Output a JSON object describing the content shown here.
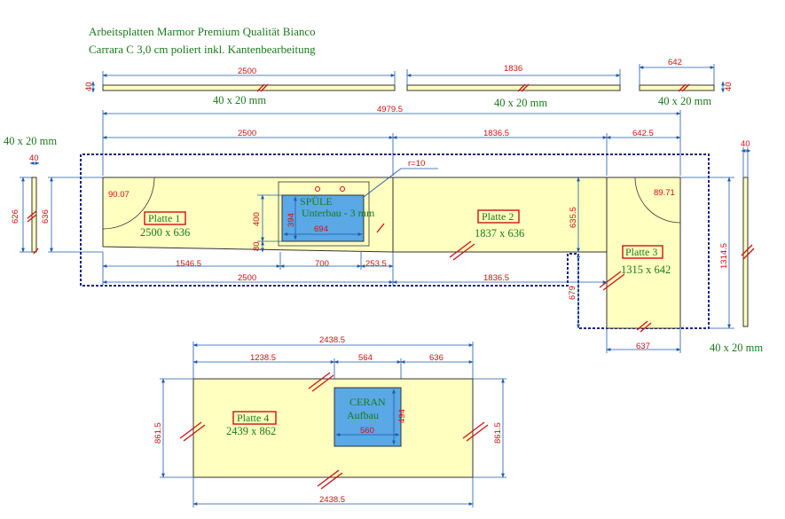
{
  "header": {
    "line1": "Arbeitsplatten Marmor Premium Qualität Bianco",
    "line2": "Carrara C 3,0 cm poliert inkl. Kantenbearbeitung"
  },
  "edge_labels": {
    "e1": "40 x 20 mm",
    "e2": "40 x 20 mm",
    "e3": "40 x 20 mm",
    "e4": "40 x 20 mm",
    "e5": "40 x 20 mm"
  },
  "plates": {
    "p1": {
      "name": "Platte 1",
      "size": "2500 x 636"
    },
    "p2": {
      "name": "Platte 2",
      "size": "1837 x 636"
    },
    "p3": {
      "name": "Platte 3",
      "size": "1315 x 642"
    },
    "p4": {
      "name": "Platte 4",
      "size": "2439 x 862"
    }
  },
  "cutouts": {
    "sink_line1": "SPÜLE",
    "sink_line2": "Unterbau - 3 mm",
    "cooktop_line1": "CERAN",
    "cooktop_line2": "Aufbau"
  },
  "dimensions": {
    "edge_top_1": "2500",
    "edge_top_1_h": "40",
    "edge_top_2": "1836",
    "edge_top_3": "642",
    "edge_top_3_h": "40",
    "overall": "4979.5",
    "seg_2500": "2500",
    "seg_1836_5": "1836.5",
    "seg_642_5": "642.5",
    "angle_left": "90.07",
    "angle_right": "89.71",
    "radius": "r=10",
    "left_edge_top": "40",
    "left_626": "626",
    "left_636": "636",
    "sink_400": "400",
    "sink_80": "80",
    "sink_394": "394",
    "sink_694": "694",
    "p2_635_5": "635.5",
    "b_1546_5": "1546.5",
    "b_700": "700",
    "b_253_5": "253.5",
    "b_2500": "2500",
    "b_1836_5": "1836.5",
    "p3_679": "679",
    "p3_637": "637",
    "right_1314_5": "1314.5",
    "right_edge_top": "40",
    "p4_2438_5_top": "2438.5",
    "p4_1238_5": "1238.5",
    "p4_564": "564",
    "p4_636": "636",
    "p4_494": "494",
    "p4_560": "560",
    "p4_861_5_left": "861.5",
    "p4_861_5_right": "861.5",
    "p4_2438_5_bottom": "2438.5"
  }
}
